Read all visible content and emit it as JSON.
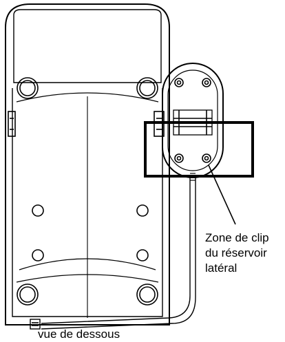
{
  "figure": {
    "callout_lines": [
      "Zone de clip",
      "du réservoir",
      "latéral"
    ],
    "caption": "vue de dessous"
  },
  "colors": {
    "line": "#000000",
    "background": "#ffffff",
    "highlight_box": "#000000"
  }
}
